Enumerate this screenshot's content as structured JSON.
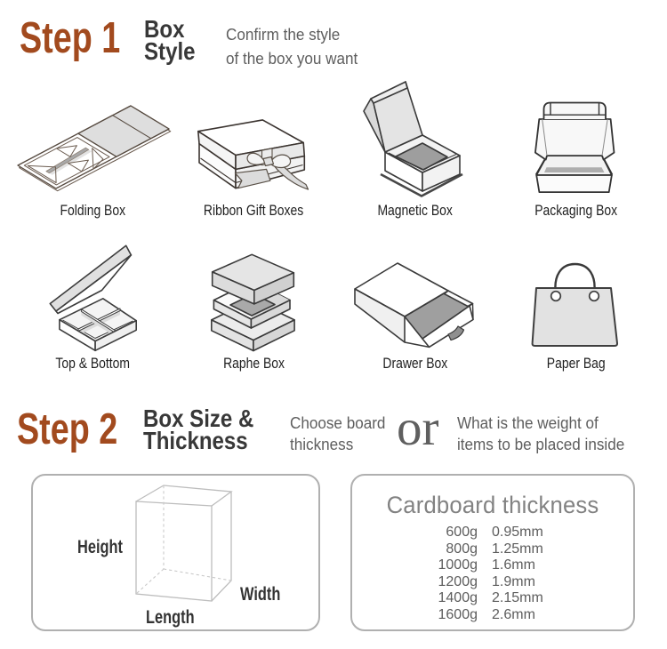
{
  "colors": {
    "accent": "#a24a1e",
    "heading": "#383838",
    "muted": "#5e5e5e",
    "panel_border": "#b0b0b0"
  },
  "step1": {
    "label": "Step 1",
    "title_lines": [
      "Box",
      "Style"
    ],
    "description_lines": [
      "Confirm the style",
      "of the box you want"
    ]
  },
  "box_styles": [
    {
      "name": "Folding Box",
      "icon": "folding-box-icon"
    },
    {
      "name": "Ribbon Gift Boxes",
      "icon": "ribbon-gift-box-icon"
    },
    {
      "name": "Magnetic Box",
      "icon": "magnetic-box-icon"
    },
    {
      "name": "Packaging Box",
      "icon": "packaging-box-icon"
    },
    {
      "name": "Top & Bottom",
      "icon": "top-bottom-box-icon"
    },
    {
      "name": "Raphe Box",
      "icon": "raphe-box-icon"
    },
    {
      "name": "Drawer Box",
      "icon": "drawer-box-icon"
    },
    {
      "name": "Paper Bag",
      "icon": "paper-bag-icon"
    }
  ],
  "step2": {
    "label": "Step 2",
    "title_lines": [
      "Box Size &",
      "Thickness"
    ],
    "option_a_lines": [
      "Choose board",
      "thickness"
    ],
    "separator": "or",
    "option_b_lines": [
      "What is the weight of",
      "items to be placed inside"
    ]
  },
  "size_panel": {
    "height_label": "Height",
    "width_label": "Width",
    "length_label": "Length"
  },
  "thickness_panel": {
    "title": "Cardboard thickness",
    "rows": [
      {
        "weight": "600g",
        "thickness": "0.95mm"
      },
      {
        "weight": "800g",
        "thickness": "1.25mm"
      },
      {
        "weight": "1000g",
        "thickness": "1.6mm"
      },
      {
        "weight": "1200g",
        "thickness": "1.9mm"
      },
      {
        "weight": "1400g",
        "thickness": "2.15mm"
      },
      {
        "weight": "1600g",
        "thickness": "2.6mm"
      }
    ]
  }
}
